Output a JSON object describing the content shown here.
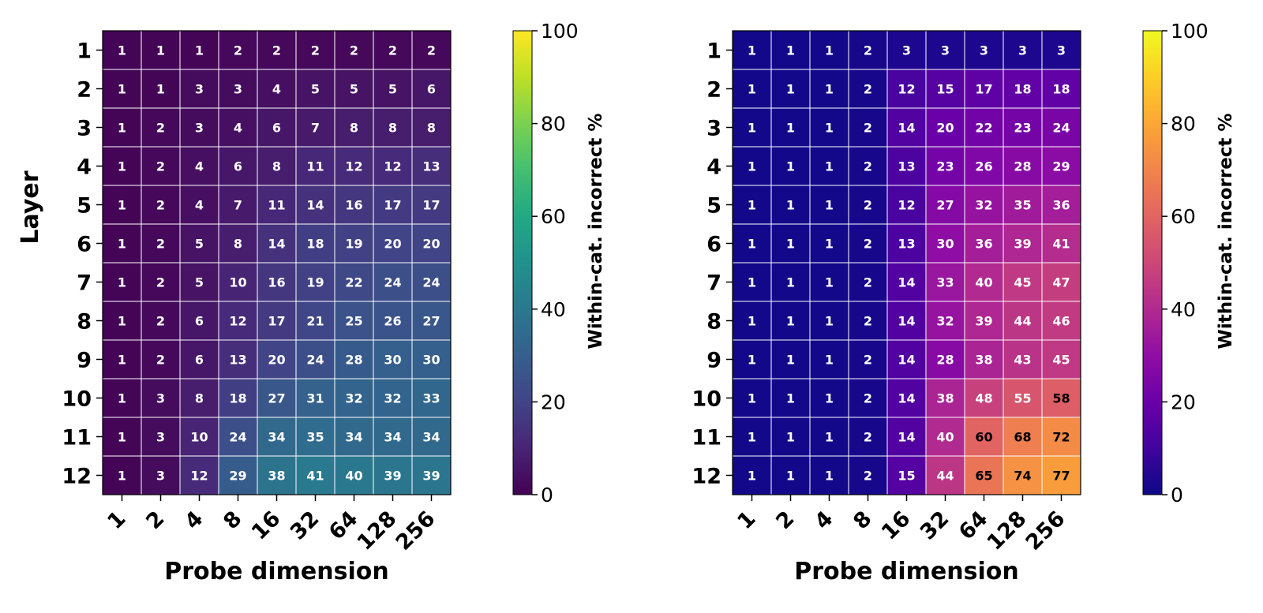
{
  "chart_data": [
    {
      "type": "heatmap",
      "title": "",
      "xlabel": "Probe dimension",
      "ylabel": "Layer",
      "x": [
        "1",
        "2",
        "4",
        "8",
        "16",
        "32",
        "64",
        "128",
        "256"
      ],
      "y": [
        "1",
        "2",
        "3",
        "4",
        "5",
        "6",
        "7",
        "8",
        "9",
        "10",
        "11",
        "12"
      ],
      "colormap": "viridis",
      "colorbar": {
        "label": "Within-cat. incorrect %",
        "range": [
          0,
          100
        ],
        "ticks": [
          "0",
          "20",
          "40",
          "60",
          "80",
          "100"
        ]
      },
      "values": [
        [
          1,
          1,
          1,
          2,
          2,
          2,
          2,
          2,
          2
        ],
        [
          1,
          1,
          3,
          3,
          4,
          5,
          5,
          5,
          6
        ],
        [
          1,
          2,
          3,
          4,
          6,
          7,
          8,
          8,
          8
        ],
        [
          1,
          2,
          4,
          6,
          8,
          11,
          12,
          12,
          13
        ],
        [
          1,
          2,
          4,
          7,
          11,
          14,
          16,
          17,
          17
        ],
        [
          1,
          2,
          5,
          8,
          14,
          18,
          19,
          20,
          20
        ],
        [
          1,
          2,
          5,
          10,
          16,
          19,
          22,
          24,
          24
        ],
        [
          1,
          2,
          6,
          12,
          17,
          21,
          25,
          26,
          27
        ],
        [
          1,
          2,
          6,
          13,
          20,
          24,
          28,
          30,
          30
        ],
        [
          1,
          3,
          8,
          18,
          27,
          31,
          32,
          32,
          33
        ],
        [
          1,
          3,
          10,
          24,
          34,
          35,
          34,
          34,
          34
        ],
        [
          1,
          3,
          12,
          29,
          38,
          41,
          40,
          39,
          39
        ]
      ]
    },
    {
      "type": "heatmap",
      "title": "",
      "xlabel": "Probe dimension",
      "ylabel": "",
      "x": [
        "1",
        "2",
        "4",
        "8",
        "16",
        "32",
        "64",
        "128",
        "256"
      ],
      "y": [
        "1",
        "2",
        "3",
        "4",
        "5",
        "6",
        "7",
        "8",
        "9",
        "10",
        "11",
        "12"
      ],
      "colormap": "plasma",
      "colorbar": {
        "label": "Within-cat. incorrect %",
        "range": [
          0,
          100
        ],
        "ticks": [
          "0",
          "20",
          "40",
          "60",
          "80",
          "100"
        ]
      },
      "values": [
        [
          1,
          1,
          1,
          2,
          3,
          3,
          3,
          3,
          3
        ],
        [
          1,
          1,
          1,
          2,
          12,
          15,
          17,
          18,
          18
        ],
        [
          1,
          1,
          1,
          2,
          14,
          20,
          22,
          23,
          24
        ],
        [
          1,
          1,
          1,
          2,
          13,
          23,
          26,
          28,
          29
        ],
        [
          1,
          1,
          1,
          2,
          12,
          27,
          32,
          35,
          36
        ],
        [
          1,
          1,
          1,
          2,
          13,
          30,
          36,
          39,
          41
        ],
        [
          1,
          1,
          1,
          2,
          14,
          33,
          40,
          45,
          47
        ],
        [
          1,
          1,
          1,
          2,
          14,
          32,
          39,
          44,
          46
        ],
        [
          1,
          1,
          1,
          2,
          14,
          28,
          38,
          43,
          45
        ],
        [
          1,
          1,
          1,
          2,
          14,
          38,
          48,
          55,
          58
        ],
        [
          1,
          1,
          1,
          2,
          14,
          40,
          60,
          68,
          72
        ],
        [
          1,
          1,
          1,
          2,
          15,
          44,
          65,
          74,
          77
        ]
      ]
    }
  ]
}
